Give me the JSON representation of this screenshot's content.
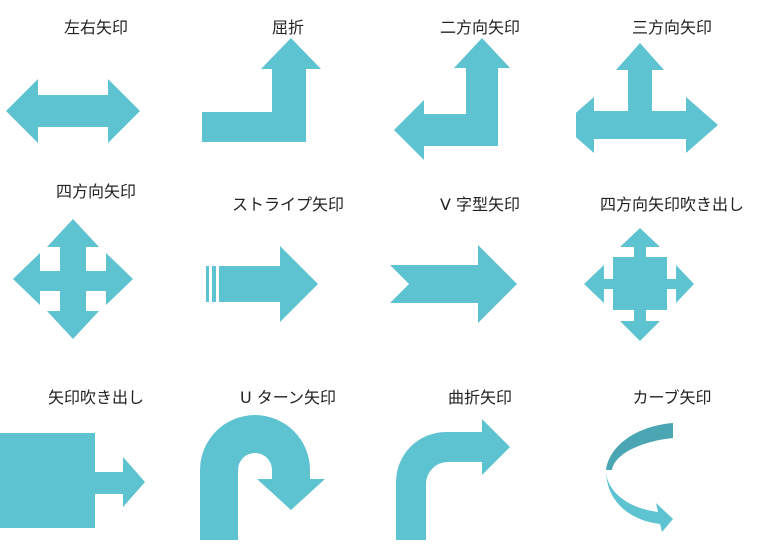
{
  "colors": {
    "arrow_fill": "#5ec3d1",
    "arrow_dark": "#4aa6b3",
    "text": "#222222",
    "background": "#ffffff"
  },
  "shapes": [
    {
      "label": "左右矢印",
      "icon": "left-right-arrow-icon"
    },
    {
      "label": "屈折",
      "icon": "bent-up-arrow-icon"
    },
    {
      "label": "二方向矢印",
      "icon": "left-up-arrow-icon"
    },
    {
      "label": "三方向矢印",
      "icon": "left-right-up-arrow-icon"
    },
    {
      "label": "四方向矢印",
      "icon": "quad-arrow-icon"
    },
    {
      "label": "ストライプ矢印",
      "icon": "striped-right-arrow-icon"
    },
    {
      "label": "V 字型矢印",
      "icon": "notched-right-arrow-icon"
    },
    {
      "label": "四方向矢印吹き出し",
      "icon": "quad-arrow-callout-icon"
    },
    {
      "label": "矢印吹き出し",
      "icon": "right-arrow-callout-icon"
    },
    {
      "label": "U ターン矢印",
      "icon": "u-turn-arrow-icon"
    },
    {
      "label": "曲折矢印",
      "icon": "bent-arrow-icon"
    },
    {
      "label": "カーブ矢印",
      "icon": "curved-arrow-icon"
    }
  ]
}
